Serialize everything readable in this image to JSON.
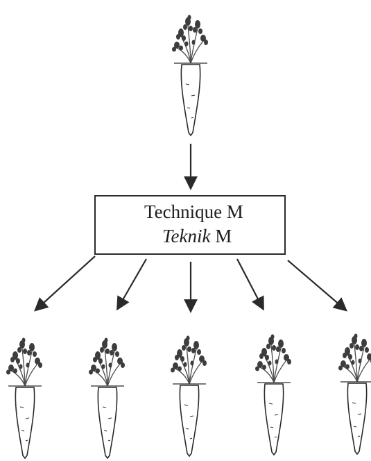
{
  "box": {
    "line1": "Technique M",
    "line2_italic": "Teknik",
    "line2_rest": " M"
  },
  "colors": {
    "ink": "#2a2a2a",
    "leaf": "#4a4a4a",
    "background": "#ffffff"
  },
  "icons": {
    "plant": "carrot-icon",
    "arrow": "arrow-down-icon"
  }
}
